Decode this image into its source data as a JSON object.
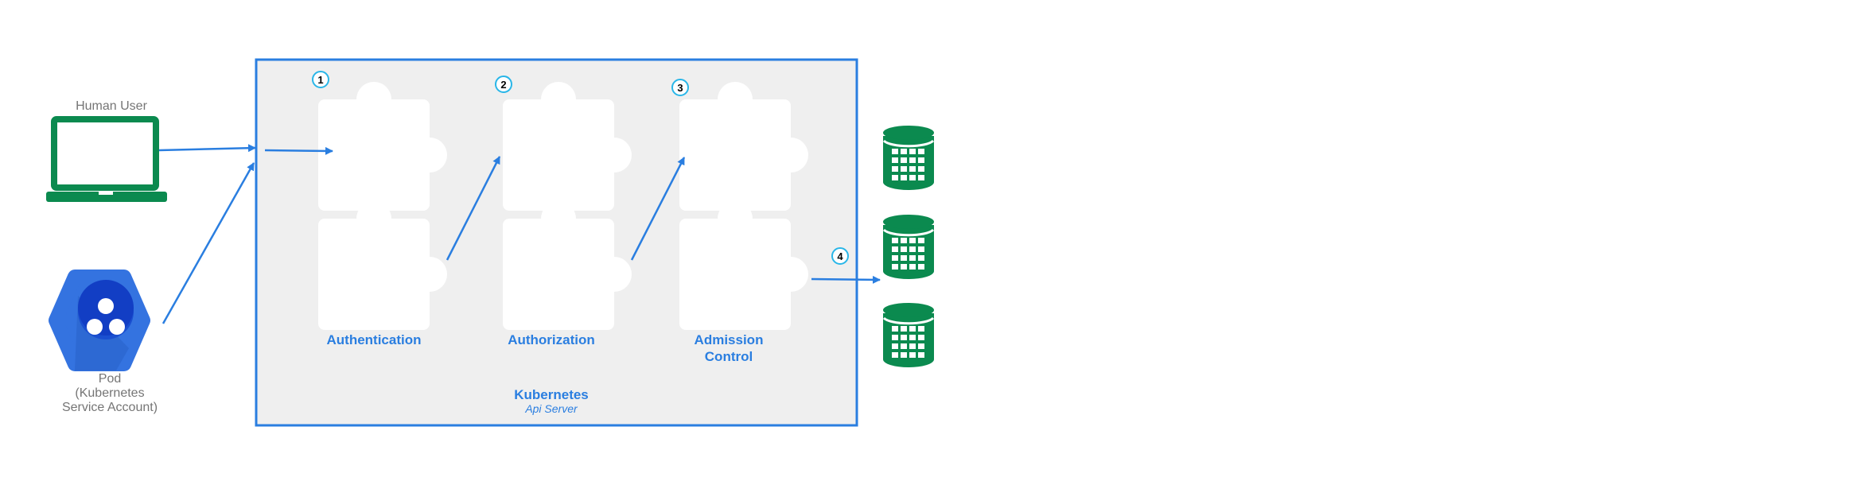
{
  "actors": {
    "human": {
      "label": "Human User",
      "icon": "laptop-icon"
    },
    "pod": {
      "label_lines": [
        "Pod",
        "(Kubernetes",
        "Service Account)"
      ],
      "icon": "pod-hexagon-icon"
    }
  },
  "api_server": {
    "title": "Kubernetes",
    "subtitle": "Api Server",
    "stages": [
      {
        "step": "1",
        "label_lines": [
          "Authentication"
        ]
      },
      {
        "step": "2",
        "label_lines": [
          "Authorization"
        ]
      },
      {
        "step": "3",
        "label_lines": [
          "Admission",
          "Control"
        ]
      }
    ]
  },
  "storage": {
    "step": "4",
    "icon": "database-icon",
    "count": 3
  },
  "colors": {
    "accent": "#2a7ee0",
    "green": "#0b8a4f",
    "panel_bg": "#efefef",
    "badge": "#29b6e8",
    "pod_blue": "#3473e0"
  }
}
